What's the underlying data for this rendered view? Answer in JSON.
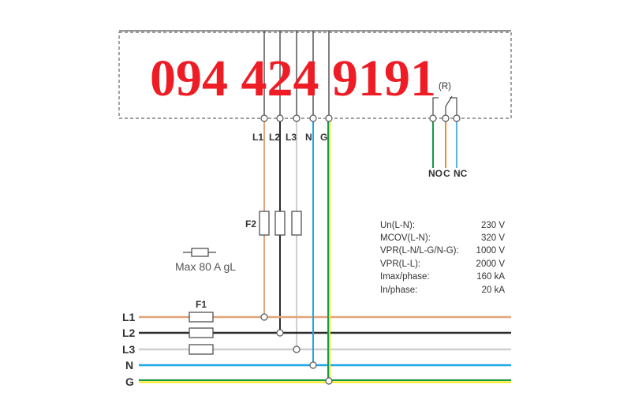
{
  "watermark": "094 424 9191",
  "device": {
    "terminals": [
      "L1",
      "L2",
      "L3",
      "N",
      "G"
    ],
    "relay_label": "(R)",
    "relay_terminals": [
      "NO",
      "C",
      "NC"
    ]
  },
  "fuses": {
    "f1_label": "F1",
    "f2_label": "F2",
    "legend_text": "Max 80 A gL"
  },
  "lines": [
    "L1",
    "L2",
    "L3",
    "N",
    "G"
  ],
  "specs": [
    {
      "label": "Un(L-N):",
      "value": "230 V"
    },
    {
      "label": "MCOV(L-N):",
      "value": "320 V"
    },
    {
      "label": "VPR(L-N/L-G/N-G):",
      "value": "1000 V"
    },
    {
      "label": "VPR(L-L):",
      "value": "2000 V"
    },
    {
      "label": "Imax/phase:",
      "value": "160 kA"
    },
    {
      "label": "In/phase:",
      "value": "20 kA"
    }
  ],
  "colors": {
    "L1": "#e2a478",
    "L2": "#2b2b2b",
    "L3": "#cfcfcf",
    "N": "#1ea7e6",
    "G_green": "#1a9a46",
    "G_yellow": "#f5e400",
    "NO": "#1a9a46",
    "C": "#f08a2c",
    "NC": "#5ab4e8",
    "watermark": "#ee1c25"
  }
}
